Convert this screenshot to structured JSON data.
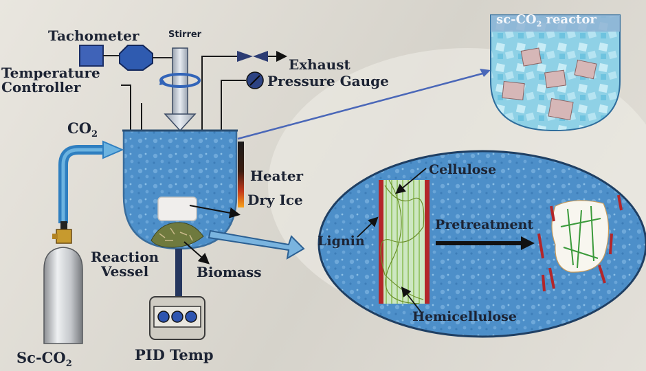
{
  "labels": {
    "tachometer": "Tachometer",
    "stirrer": "Stirrer",
    "temperature_controller": "Temperature\nController",
    "exhaust": "Exhaust",
    "pressure_gauge": "Pressure Gauge",
    "co2": "CO",
    "co2_sub": "2",
    "heater": "Heater",
    "dry_ice": "Dry Ice",
    "reaction_vessel": "Reaction\nVessel",
    "biomass": "Biomass",
    "pid_temp": "PID Temp",
    "sc_co2_cylinder": "Sc-CO",
    "sc_co2_cylinder_sub": "2",
    "reactor_title_prefix": "sc-CO",
    "reactor_title_sub": "2",
    "reactor_title_suffix": " reactor",
    "cellulose": "Cellulose",
    "lignin": "Lignin",
    "hemicellulose": "Hemicellulose",
    "pretreatment": "Pretreatment"
  },
  "colors": {
    "background": "#e3e0d9",
    "vessel_water": "#4d8fc9",
    "tube_blue": "#2f7fc0",
    "arrow_fill": "#7ab4df",
    "lignin_red": "#b3262a",
    "cellulose_green": "#8cc04a",
    "label_text": "#1c2333"
  }
}
